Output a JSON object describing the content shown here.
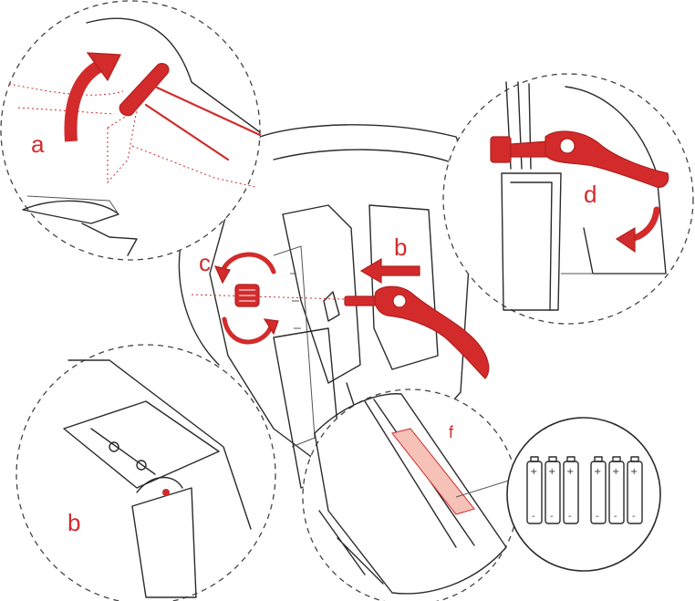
{
  "labels": {
    "step_a": "a",
    "step_b_main": "b",
    "step_c": "c",
    "step_d": "d",
    "step_b_detail": "b",
    "step_f": "f"
  },
  "battery": {
    "count": 6,
    "positive": "+",
    "negative": "-"
  },
  "colors": {
    "accent": "#d32b2b",
    "ink": "#2b2b2b",
    "highlight": "#f6c2b8"
  }
}
